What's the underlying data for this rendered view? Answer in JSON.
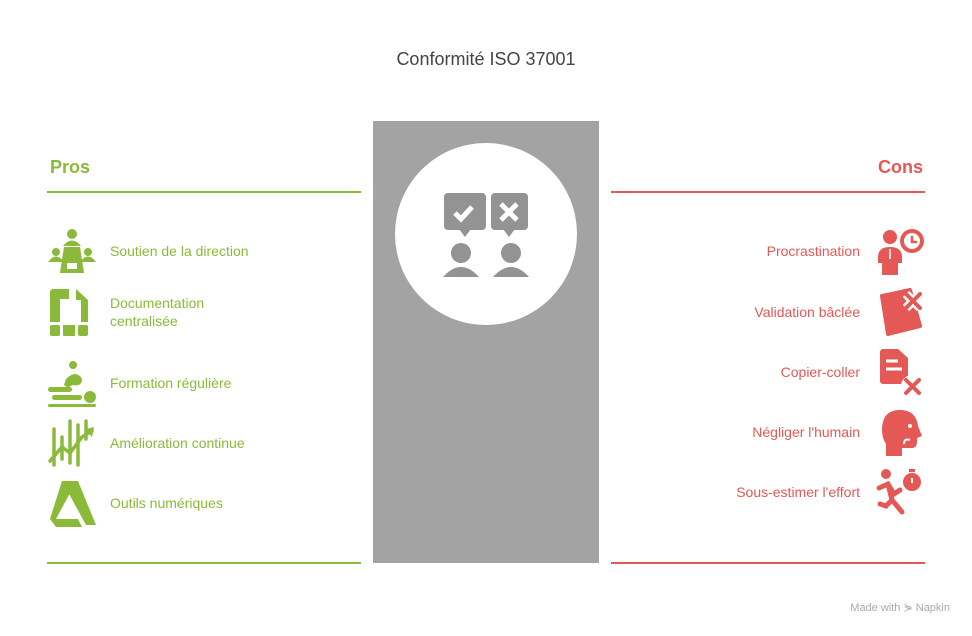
{
  "title": "Conformité ISO 37001",
  "pros": {
    "heading": "Pros",
    "items": [
      {
        "label": "Soutien de la direction",
        "icon": "meeting-table-icon"
      },
      {
        "label": "Documentation centralisée",
        "icon": "document-grid-icon"
      },
      {
        "label": "Formation régulière",
        "icon": "massage-training-icon"
      },
      {
        "label": "Amélioration continue",
        "icon": "growth-chart-icon"
      },
      {
        "label": "Outils numériques",
        "icon": "app-logo-icon"
      }
    ]
  },
  "cons": {
    "heading": "Cons",
    "items": [
      {
        "label": "Procrastination",
        "icon": "person-clock-icon"
      },
      {
        "label": "Validation bâclée",
        "icon": "note-x-icon"
      },
      {
        "label": "Copier-coller",
        "icon": "document-x-icon"
      },
      {
        "label": "Négliger l'humain",
        "icon": "head-profile-icon"
      },
      {
        "label": "Sous-estimer l'effort",
        "icon": "running-stopwatch-icon"
      }
    ]
  },
  "center_icon": "two-people-approve-reject-icon",
  "credit": "Made with ⋟ Napkin",
  "colors": {
    "pros": "#8BBA3A",
    "cons": "#E45855",
    "panel": "#A3A3A3"
  }
}
